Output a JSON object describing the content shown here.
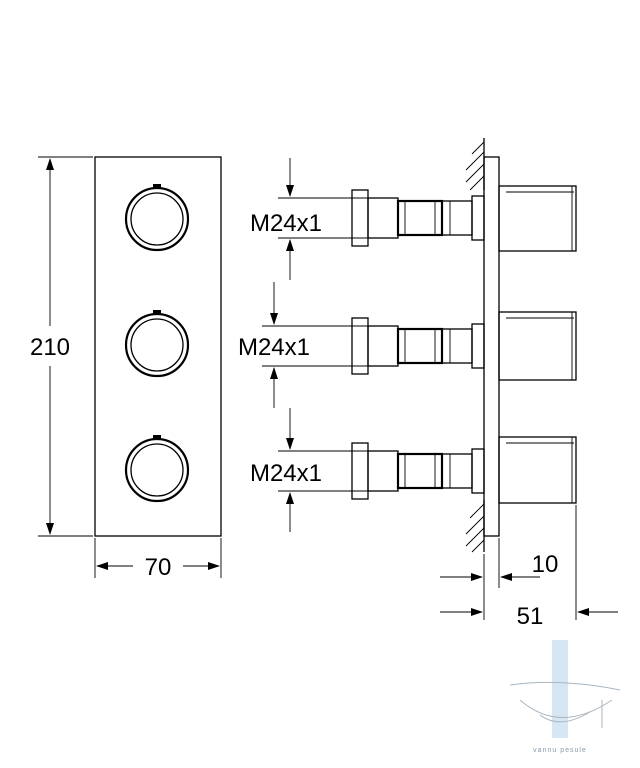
{
  "dimensions": {
    "height": "210",
    "width": "70",
    "wall_offset": "10",
    "depth": "51"
  },
  "thread_labels": [
    "M24x1",
    "M24x1",
    "M24x1"
  ],
  "watermark": {
    "text": "vannu pesule"
  },
  "colors": {
    "line": "#000000",
    "watermark_bar": "#cfe3f1"
  }
}
